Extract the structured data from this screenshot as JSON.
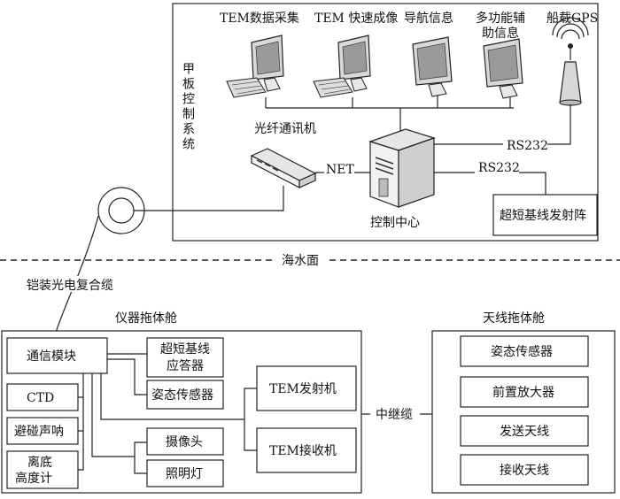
{
  "deck": {
    "title": "甲板控制系统",
    "tem_data": "TEM数据采集",
    "tem_imaging": "TEM 快速成像",
    "navigation": "导航信息",
    "multi_aux_line1": "多功能辅",
    "multi_aux_line2": "助信息",
    "gps": "船载GPS",
    "fiber_comm": "光纤通讯机",
    "net": "NET",
    "rs232_top": "RS232",
    "rs232_bottom": "RS232",
    "control_center": "控制中心",
    "usbl_tx": "超短基线发射阵"
  },
  "sea_surface": "海水面",
  "cable": "铠装光电复合缆",
  "instrument_tow": {
    "title": "仪器拖体舱",
    "comm_module": "通信模块",
    "usbl_line1": "超短基线",
    "usbl_line2": "应答器",
    "attitude": "姿态传感器",
    "ctd": "CTD",
    "sonar": "避碰声呐",
    "altimeter_line1": "离底",
    "altimeter_line2": "高度计",
    "camera": "摄像头",
    "light": "照明灯",
    "tem_tx": "TEM发射机",
    "tem_rx": "TEM接收机"
  },
  "relay_cable": "中继缆",
  "antenna_tow": {
    "title": "天线拖体舱",
    "attitude": "姿态传感器",
    "preamp": "前置放大器",
    "tx_antenna": "发送天线",
    "rx_antenna": "接收天线"
  }
}
